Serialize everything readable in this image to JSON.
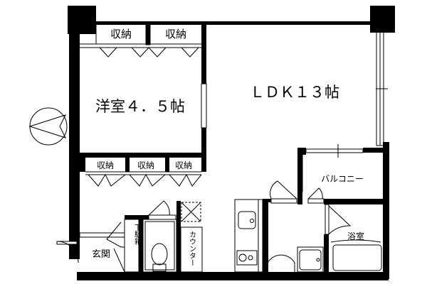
{
  "rooms": {
    "storage_top_1": "収納",
    "storage_top_2": "収納",
    "western_room": "洋室４．５帖",
    "ldk": "ＬＤＫ１３帖",
    "storage_mid_1": "収納",
    "storage_mid_2": "収納",
    "storage_mid_3": "収納",
    "balcony": "バルコニー",
    "entrance": "玄関",
    "shoe_box": "下駄箱",
    "counter": "カウンター",
    "bath": "浴室"
  },
  "colors": {
    "wall": "#000000",
    "background": "#ffffff"
  }
}
